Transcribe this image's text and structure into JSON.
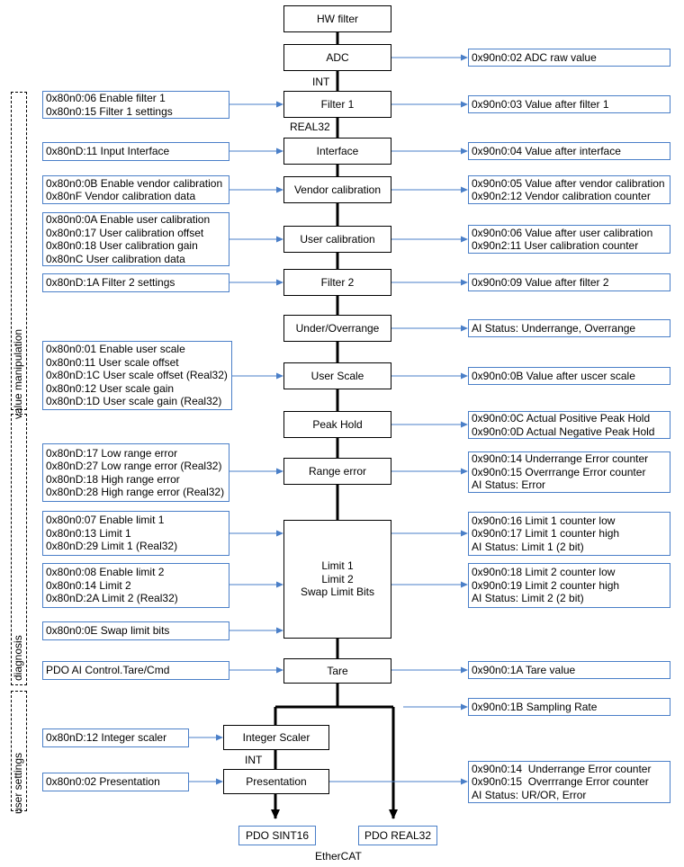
{
  "blocks": {
    "hw_filter": "HW filter",
    "adc": "ADC",
    "filter1": "Filter 1",
    "interface": "Interface",
    "vendor_cal": "Vendor calibration",
    "user_cal": "User calibration",
    "filter2": "Filter 2",
    "under_over": "Under/Overrange",
    "user_scale": "User Scale",
    "peak_hold": "Peak Hold",
    "range_error": "Range error",
    "limit": [
      "Limit 1",
      "Limit 2",
      "Swap Limit Bits"
    ],
    "tare": "Tare",
    "int_scaler": "Integer Scaler",
    "presentation": "Presentation"
  },
  "labels": {
    "int1": "INT",
    "real32": "REAL32",
    "int2": "INT",
    "ethercat": "EtherCAT"
  },
  "outputs": {
    "sint16": "PDO SINT16",
    "real32": "PDO REAL32"
  },
  "side_groups": {
    "value_manipulation": "value manipulation",
    "diagnosis": "diagnosis",
    "user_settings": "user settings"
  },
  "params_in": {
    "filter1": [
      "0x80n0:06 Enable filter 1",
      "0x80n0:15 Filter 1 settings"
    ],
    "interface": [
      "0x80nD:11 Input Interface"
    ],
    "vendor": [
      "0x80n0:0B Enable vendor calibration",
      "0x80nF Vendor calibration data"
    ],
    "user_cal": [
      "0x80n0:0A Enable user calibration",
      "0x80n0:17 User calibration offset",
      "0x80n0:18 User calibration gain",
      "0x80nC User calibration data"
    ],
    "filter2": [
      "0x80nD:1A Filter 2 settings"
    ],
    "user_scale": [
      "0x80n0:01 Enable user scale",
      "0x80n0:11 User scale offset",
      "0x80nD:1C User scale offset (Real32)",
      "0x80n0:12 User scale gain",
      "0x80nD:1D User scale gain (Real32)"
    ],
    "range": [
      "0x80nD:17 Low range error",
      "0x80nD:27 Low range error (Real32)",
      "0x80nD:18 High range error",
      "0x80nD:28 High range error (Real32)"
    ],
    "limit1": [
      "0x80n0:07 Enable limit 1",
      "0x80n0:13 Limit 1",
      "0x80nD:29 Limit 1 (Real32)"
    ],
    "limit2": [
      "0x80n0:08 Enable limit 2",
      "0x80n0:14 Limit 2",
      "0x80nD:2A Limit 2 (Real32)"
    ],
    "swap": [
      "0x80n0:0E Swap limit bits"
    ],
    "tare": [
      "PDO AI Control.Tare/Cmd"
    ],
    "int_scaler": [
      "0x80nD:12 Integer scaler"
    ],
    "presentation": [
      "0x80n0:02 Presentation"
    ]
  },
  "params_out": {
    "adc": [
      "0x90n0:02 ADC raw value"
    ],
    "filter1": [
      "0x90n0:03 Value after filter 1"
    ],
    "interface": [
      "0x90n0:04 Value after interface"
    ],
    "vendor": [
      "0x90n0:05 Value after vendor calibration",
      "0x90n2:12 Vendor calibration counter"
    ],
    "user_cal": [
      "0x90n0:06 Value after user calibration",
      "0x90n2:11 User calibration counter"
    ],
    "filter2": [
      "0x90n0:09 Value after filter 2"
    ],
    "under_over": [
      "AI Status: Underrange, Overrange"
    ],
    "user_scale": [
      "0x90n0:0B Value after uscer scale"
    ],
    "peak": [
      "0x90n0:0C Actual Positive Peak Hold",
      "0x90n0:0D Actual Negative Peak Hold"
    ],
    "range": [
      "0x90n0:14 Underrange Error counter",
      "0x90n0:15 Overrrange Error counter",
      "AI Status: Error"
    ],
    "limit1": [
      "0x90n0:16 Limit 1 counter low",
      "0x90n0:17 Limit 1 counter high",
      "AI Status: Limit 1 (2 bit)"
    ],
    "limit2": [
      "0x90n0:18 Limit 2 counter low",
      "0x90n0:19 Limit 2 counter high",
      "AI Status: Limit 2 (2 bit)"
    ],
    "tare": [
      "0x90n0:1A Tare value"
    ],
    "sampling": [
      "0x90n0:1B Sampling Rate"
    ],
    "presentation": [
      "0x90n0:14  Underrange Error counter",
      "0x90n0:15  Overrrange Error counter",
      "AI Status: UR/OR, Error"
    ]
  }
}
